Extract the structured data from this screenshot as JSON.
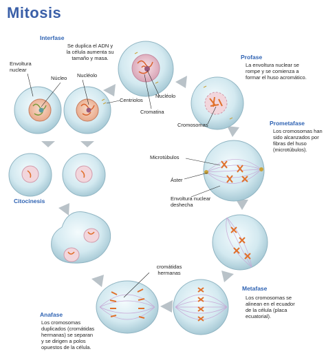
{
  "title": "Mitosis",
  "phases": {
    "interfase": {
      "name": "Interfase",
      "desc": "Se duplica el ADN y  la célula aumenta su tamaño y masa."
    },
    "profase": {
      "name": "Profase",
      "desc": "La envoltura nuclear se rompe y se comienza a formar el huso acromático."
    },
    "prometafase": {
      "name": "Prometafase",
      "desc": "Los cromosomas han sido alcanzados por fibras del huso (microtúbulos)."
    },
    "metafase": {
      "name": "Metafase",
      "desc": "Los cromosomas se alinean en el ecuador de la célula (placa ecuatorial)."
    },
    "anafase": {
      "name": "Anafase",
      "desc": "Los cromosomas duplicados (cromátidas hermanas) se separan y se dirigen a polos opuestos de la célula."
    },
    "citocinesis": {
      "name": "Citocinesis"
    }
  },
  "labels": {
    "envoltura_nuclear": "Envoltura nuclear",
    "nucleo": "Núcleo",
    "nucleolo_left": "Nucléolo",
    "centriolos": "Centriolos",
    "nucleolo_top": "Nucléolo",
    "cromatina": "Cromatina",
    "cromosomas": "Cromosomas",
    "microtubulos": "Microtúbulos",
    "aster": "Áster",
    "envoltura_deshecha": "Envoltura nuclear deshecha",
    "cromatidas": "cromátidas hermanas"
  },
  "colors": {
    "title": "#3a5fa8",
    "phase": "#2f63b3",
    "cell_fill": "#cfe6ee",
    "cell_edge": "#8fb4c2",
    "arrow": "#b9c2c8",
    "chromosome": "#e0702a",
    "nucleus": "#f2c9b0"
  }
}
